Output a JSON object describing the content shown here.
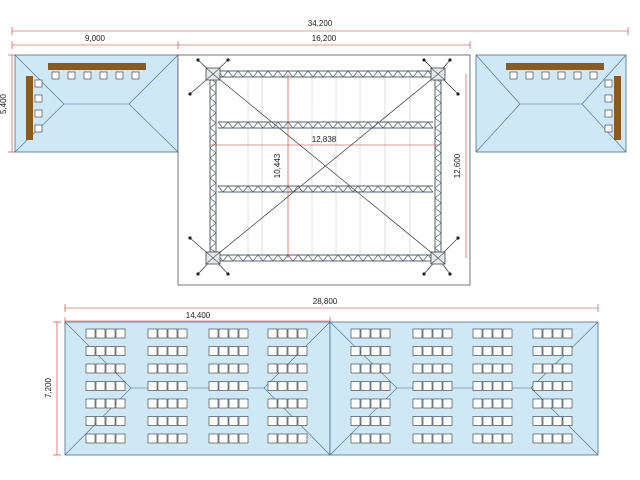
{
  "colors": {
    "tent_fill": "#cfe8f6",
    "tent_stroke": "#4a6f88",
    "truss": "#55606a",
    "dim_line": "#d22a2a",
    "table_wood": "#8a5a1e",
    "chair_stroke": "#333333"
  },
  "top": {
    "overall_width": "34,200",
    "left_tent_width": "9,000",
    "center_width": "16,200",
    "left_tent_depth": "5,400",
    "truss_span": "12,838",
    "truss_depth": "10,443",
    "center_depth": "12,600"
  },
  "bottom": {
    "overall_width": "28,800",
    "half_width": "14,400",
    "depth": "7,200"
  }
}
